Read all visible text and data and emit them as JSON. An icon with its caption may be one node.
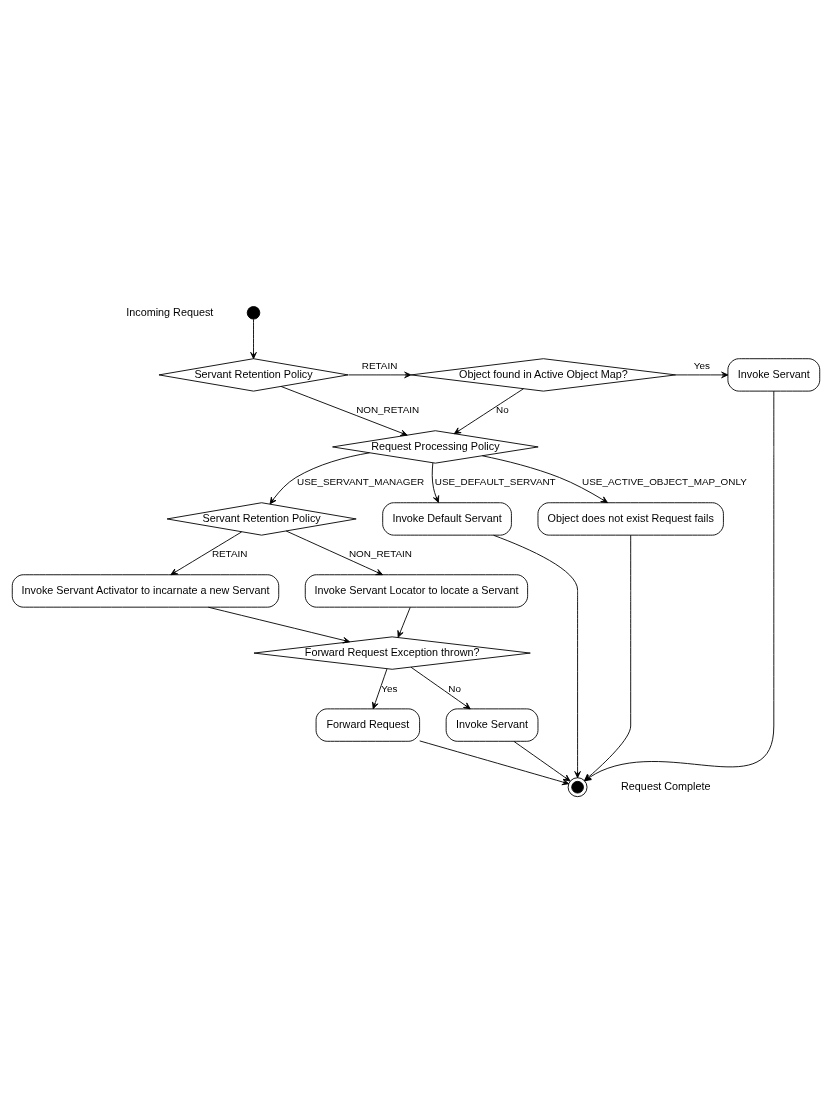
{
  "diagram": {
    "nodes": [
      {
        "text": [],
        "shape": "circle",
        "beside": [
          "Incoming Request"
        ]
      },
      {
        "text": [
          "Servant Retention Policy"
        ]
      },
      {
        "text": [
          "Object found in Active Object Map?"
        ]
      },
      {
        "text": [
          "Invoke Servant"
        ]
      },
      {
        "text": [
          "Request Processing Policy"
        ]
      },
      {
        "text": [
          "Object does not exist Request fails"
        ]
      },
      {
        "text": [
          "Servant Retention Policy"
        ]
      },
      {
        "text": [
          "Invoke Default Servant"
        ]
      },
      {
        "text": [
          "Invoke Servant Activator to incarnate a new Servant"
        ]
      },
      {
        "text": [
          "Invoke Servant Locator to locate a Servant"
        ]
      },
      {
        "text": [
          "Forward Request Exception thrown?"
        ]
      },
      {
        "text": [
          "Forward Request"
        ]
      },
      {
        "text": [
          "Invoke Servant"
        ]
      },
      {
        "text": [],
        "shape": "circle",
        "beside": [
          "Request Complete"
        ]
      }
    ],
    "edges": [
      {
        "from": 0,
        "to": 1,
        "arrow": "to"
      },
      {
        "from": 1,
        "to": 2,
        "arrow": "to",
        "label": "RETAIN"
      },
      {
        "from": 2,
        "to": 3,
        "arrow": "to",
        "label": "Yes"
      },
      {
        "from": 1,
        "to": 4,
        "arrow": "to",
        "label": "NON_RETAIN"
      },
      {
        "from": 2,
        "to": 4,
        "arrow": "to",
        "label": "No"
      },
      {
        "from": 4,
        "to": 5,
        "arrow": "to",
        "label": "USE_ACTIVE_OBJECT_MAP_ONLY"
      },
      {
        "from": 4,
        "to": 6,
        "arrow": "to",
        "label": "USE_SERVANT_MANAGER"
      },
      {
        "from": 4,
        "to": 7,
        "arrow": "to",
        "label": "USE_DEFAULT_SERVANT"
      },
      {
        "from": 6,
        "to": 8,
        "arrow": "to",
        "label": "RETAIN"
      },
      {
        "from": 6,
        "to": 9,
        "arrow": "to",
        "label": "NON_RETAIN"
      },
      {
        "from": 8,
        "to": 10,
        "arrow": "to"
      },
      {
        "from": 9,
        "to": 10,
        "arrow": "to"
      },
      {
        "from": 10,
        "to": 11,
        "arrow": "to",
        "label": "Yes"
      },
      {
        "from": 10,
        "to": 12,
        "arrow": "to",
        "label": "No"
      },
      {
        "from": 11,
        "to": 13,
        "arrow": "to"
      },
      {
        "from": 12,
        "to": 13,
        "arrow": "to"
      },
      {
        "from": 5,
        "to": 13,
        "arrow": "to"
      },
      {
        "from": 7,
        "to": 13,
        "arrow": "to"
      },
      {
        "from": 3,
        "to": 13,
        "arrow": "to"
      }
    ]
  }
}
